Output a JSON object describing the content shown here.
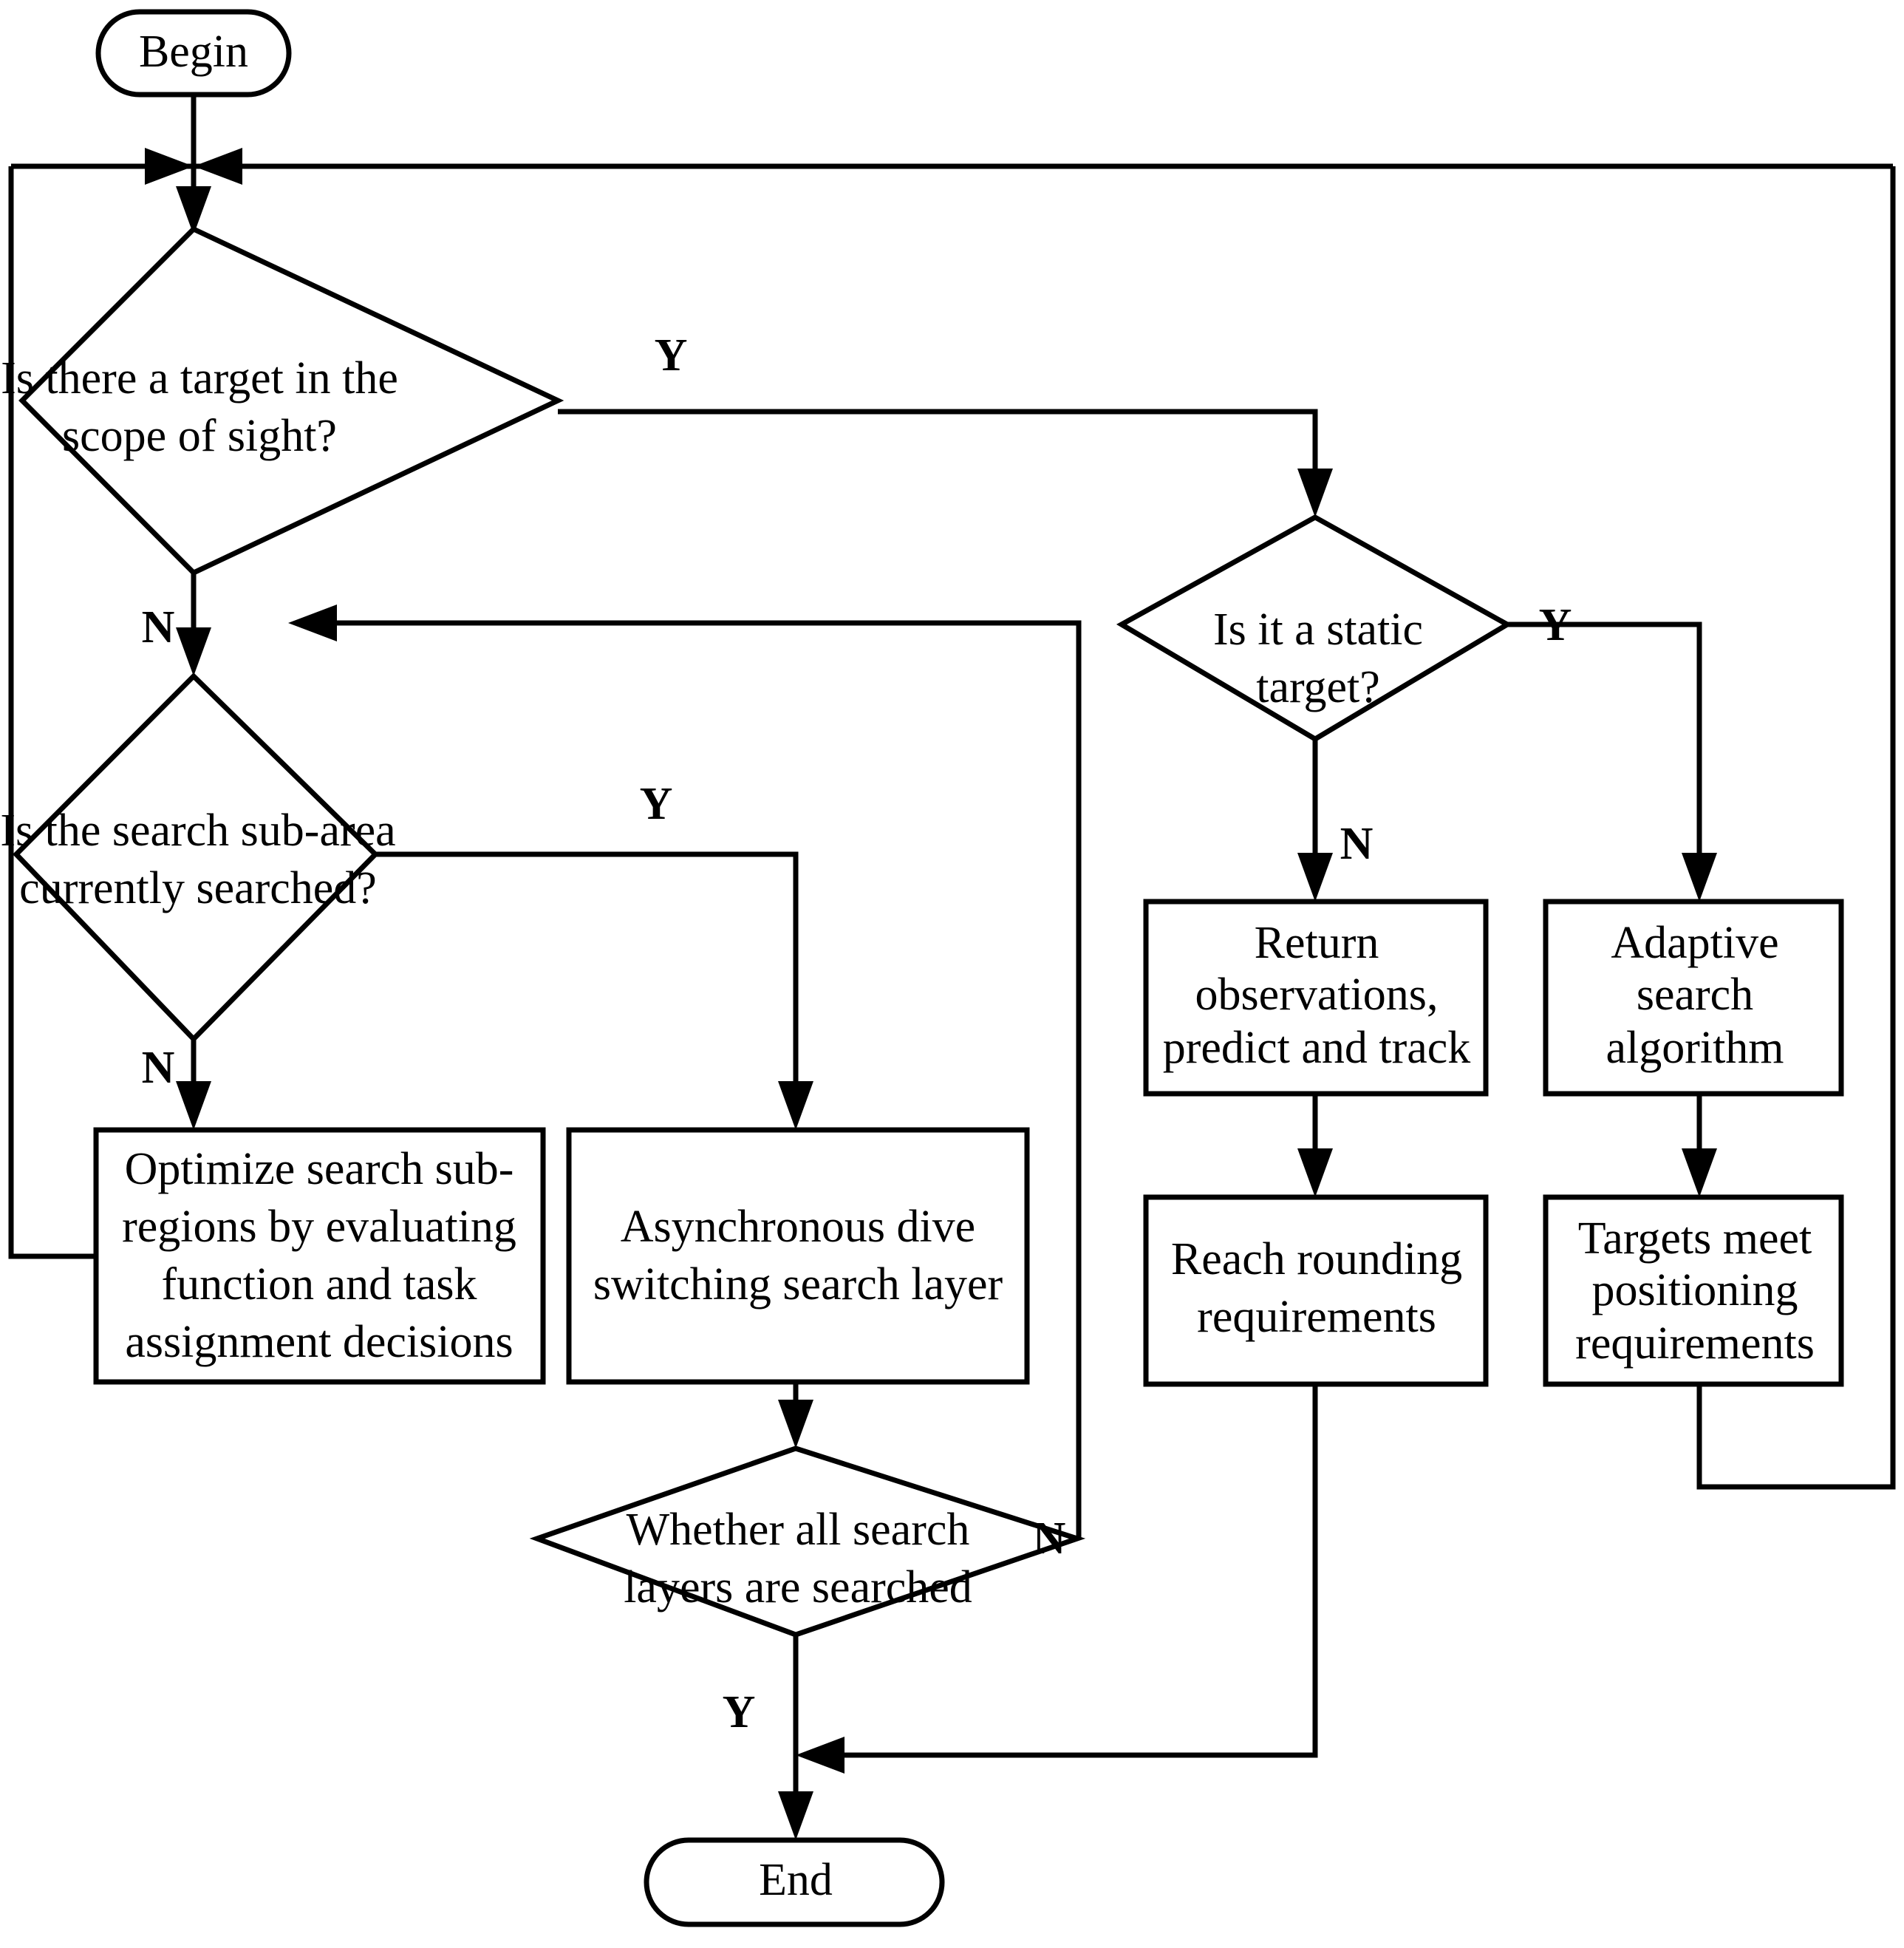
{
  "diagram": {
    "title": "Search and tracking algorithm flowchart",
    "colors": {
      "stroke": "#000000",
      "fill": "#ffffff",
      "text": "#000000"
    },
    "nodes": {
      "begin": {
        "label": "Begin",
        "shape": "terminator"
      },
      "end": {
        "label": "End",
        "shape": "terminator"
      },
      "d1": {
        "shape": "decision",
        "line1": "Is there a target in the",
        "line2": "scope of sight?"
      },
      "d2": {
        "shape": "decision",
        "line1": "Is the search sub-area",
        "line2": "currently searched?"
      },
      "d3": {
        "shape": "decision",
        "line1": "Is it a static",
        "line2": "target?"
      },
      "d4": {
        "shape": "decision",
        "line1": "Whether all search",
        "line2": "layers are searched"
      },
      "p1": {
        "shape": "process",
        "line1": "Optimize search sub-",
        "line2": "regions by evaluating",
        "line3": "function and task",
        "line4": "assignment decisions"
      },
      "p2": {
        "shape": "process",
        "line1": "Asynchronous dive",
        "line2": "switching search layer"
      },
      "p3": {
        "shape": "process",
        "line1": "Return",
        "line2": "observations,",
        "line3": "predict and track"
      },
      "p4": {
        "shape": "process",
        "line1": "Adaptive",
        "line2": "search",
        "line3": "algorithm"
      },
      "p5": {
        "shape": "process",
        "line1": "Reach rounding",
        "line2": "requirements"
      },
      "p6": {
        "shape": "process",
        "line1": "Targets meet",
        "line2": "positioning",
        "line3": "requirements"
      }
    },
    "branch_labels": {
      "d1_yes": "Y",
      "d1_no": "N",
      "d2_yes": "Y",
      "d2_no": "N",
      "d3_yes": "Y",
      "d3_no": "N",
      "d4_yes": "Y",
      "d4_no": "N"
    }
  }
}
